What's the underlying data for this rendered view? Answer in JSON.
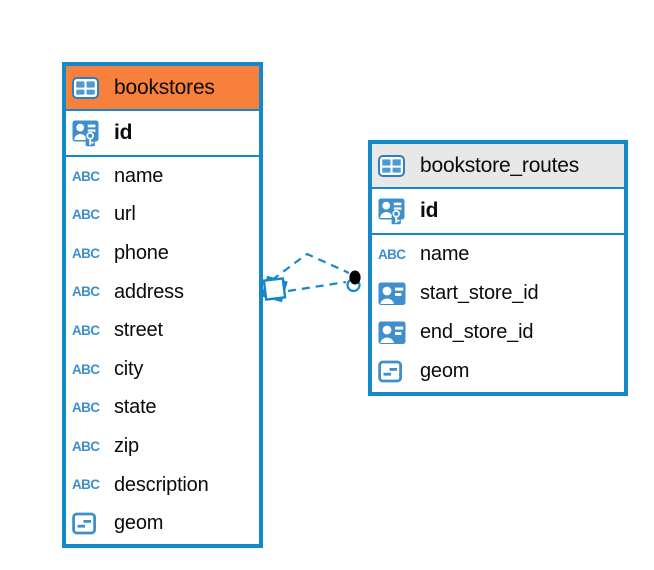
{
  "diagram": {
    "background_color": "#ffffff",
    "accent_color": "#1588c9",
    "icon_color": "#3e8fcb",
    "table_icon_cell_color": "#4e9bd4",
    "text_color": "#0b0b0b",
    "icons": {
      "table": "table-icon",
      "primary_key": "primary-key-icon",
      "text": "text-type-icon",
      "reference": "reference-type-icon",
      "geometry": "geometry-type-icon",
      "text_glyph": "ABC"
    },
    "tables": [
      {
        "name": "bookstores",
        "header_color": "#f7803c",
        "columns": [
          {
            "name": "id",
            "type": "primary_key"
          },
          {
            "name": "name",
            "type": "text"
          },
          {
            "name": "url",
            "type": "text"
          },
          {
            "name": "phone",
            "type": "text"
          },
          {
            "name": "address",
            "type": "text"
          },
          {
            "name": "street",
            "type": "text"
          },
          {
            "name": "city",
            "type": "text"
          },
          {
            "name": "state",
            "type": "text"
          },
          {
            "name": "zip",
            "type": "text"
          },
          {
            "name": "description",
            "type": "text"
          },
          {
            "name": "geom",
            "type": "geometry"
          }
        ]
      },
      {
        "name": "bookstore_routes",
        "header_color": "#e8e8e8",
        "columns": [
          {
            "name": "id",
            "type": "primary_key"
          },
          {
            "name": "name",
            "type": "text"
          },
          {
            "name": "start_store_id",
            "type": "reference"
          },
          {
            "name": "end_store_id",
            "type": "reference"
          },
          {
            "name": "geom",
            "type": "geometry"
          }
        ]
      }
    ],
    "relationships": [
      {
        "from": "bookstores",
        "to": "bookstore_routes",
        "line_style": "dashed",
        "source_marker": "stacked-squares",
        "target_marker": "filled-dot"
      },
      {
        "from": "bookstores",
        "to": "bookstore_routes",
        "line_style": "dashed",
        "source_marker": "stacked-squares",
        "target_marker": "filled-dot"
      }
    ]
  }
}
